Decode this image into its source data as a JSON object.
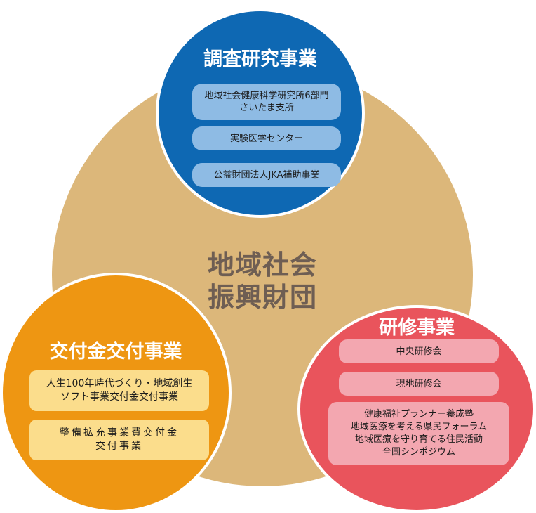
{
  "colors": {
    "big_circle": "#dcb77a",
    "research": "#0e68b3",
    "training": "#e9545c",
    "grant": "#ee9612",
    "center_text": "#6e5e53"
  },
  "center": {
    "title_line1": "地域社会",
    "title_line2": "振興財団"
  },
  "research": {
    "title": "調査研究事業",
    "items": [
      {
        "line1": "地域社会健康科学研究所6部門",
        "line2": "さいたま支所"
      },
      {
        "line1": "実験医学センター"
      },
      {
        "line1": "公益財団法人JKA補助事業"
      }
    ]
  },
  "training": {
    "title": "研修事業",
    "items": [
      {
        "line1": "中央研修会"
      },
      {
        "line1": "現地研修会"
      },
      {
        "lines": [
          "健康福祉プランナー養成塾",
          "地域医療を考える県民フォーラム",
          "地域医療を守り育てる住民活動",
          "全国シンポジウム"
        ]
      }
    ]
  },
  "grant": {
    "title": "交付金交付事業",
    "items": [
      {
        "line1": "人生100年時代づくり・地域創生",
        "line2": "ソフト事業交付金交付事業"
      },
      {
        "line1": "整備拡充事業費交付金",
        "line2": "交付事業"
      }
    ]
  }
}
